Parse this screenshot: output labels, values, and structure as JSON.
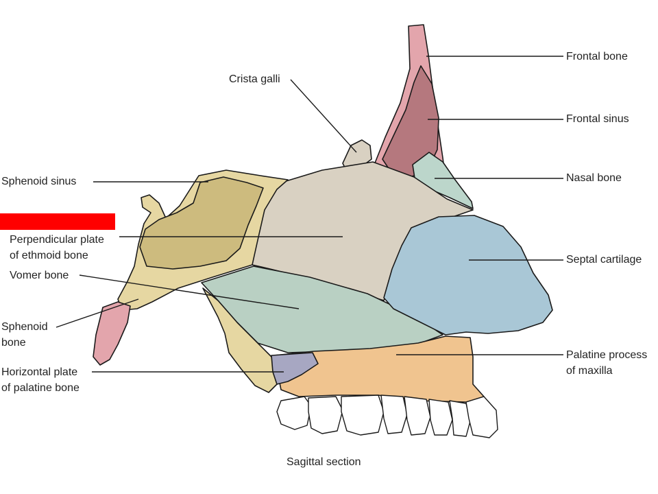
{
  "labels": {
    "frontal_bone": "Frontal bone",
    "crista_galli": "Crista galli",
    "frontal_sinus": "Frontal sinus",
    "nasal_bone": "Nasal bone",
    "sphenoid_sinus": "Sphenoid sinus",
    "perpendicular_plate": [
      "Perpendicular plate",
      "of ethmoid bone"
    ],
    "vomer_bone": "Vomer bone",
    "septal_cartilage": "Septal cartilage",
    "sphenoid_bone": [
      "Sphenoid",
      "bone"
    ],
    "palatine_process": [
      "Palatine process",
      "of maxilla"
    ],
    "horizontal_plate": [
      "Horizontal plate",
      "of palatine bone"
    ]
  },
  "caption": "Sagittal section",
  "redaction_color": "#ff0000",
  "colors": {
    "frontal": "#e3a5ac",
    "sinus": "#b5787e",
    "ethmoid": "#d9d1c2",
    "sphenoid": "#e6d7a2",
    "vomer": "#b9d0c3",
    "cartilage": "#a9c7d6",
    "maxilla": "#f0c48f",
    "palatine": "#a7a7c2",
    "nasal": "#bcd6cb",
    "teeth": "#ffffff",
    "outline": "#1a1a1a"
  }
}
